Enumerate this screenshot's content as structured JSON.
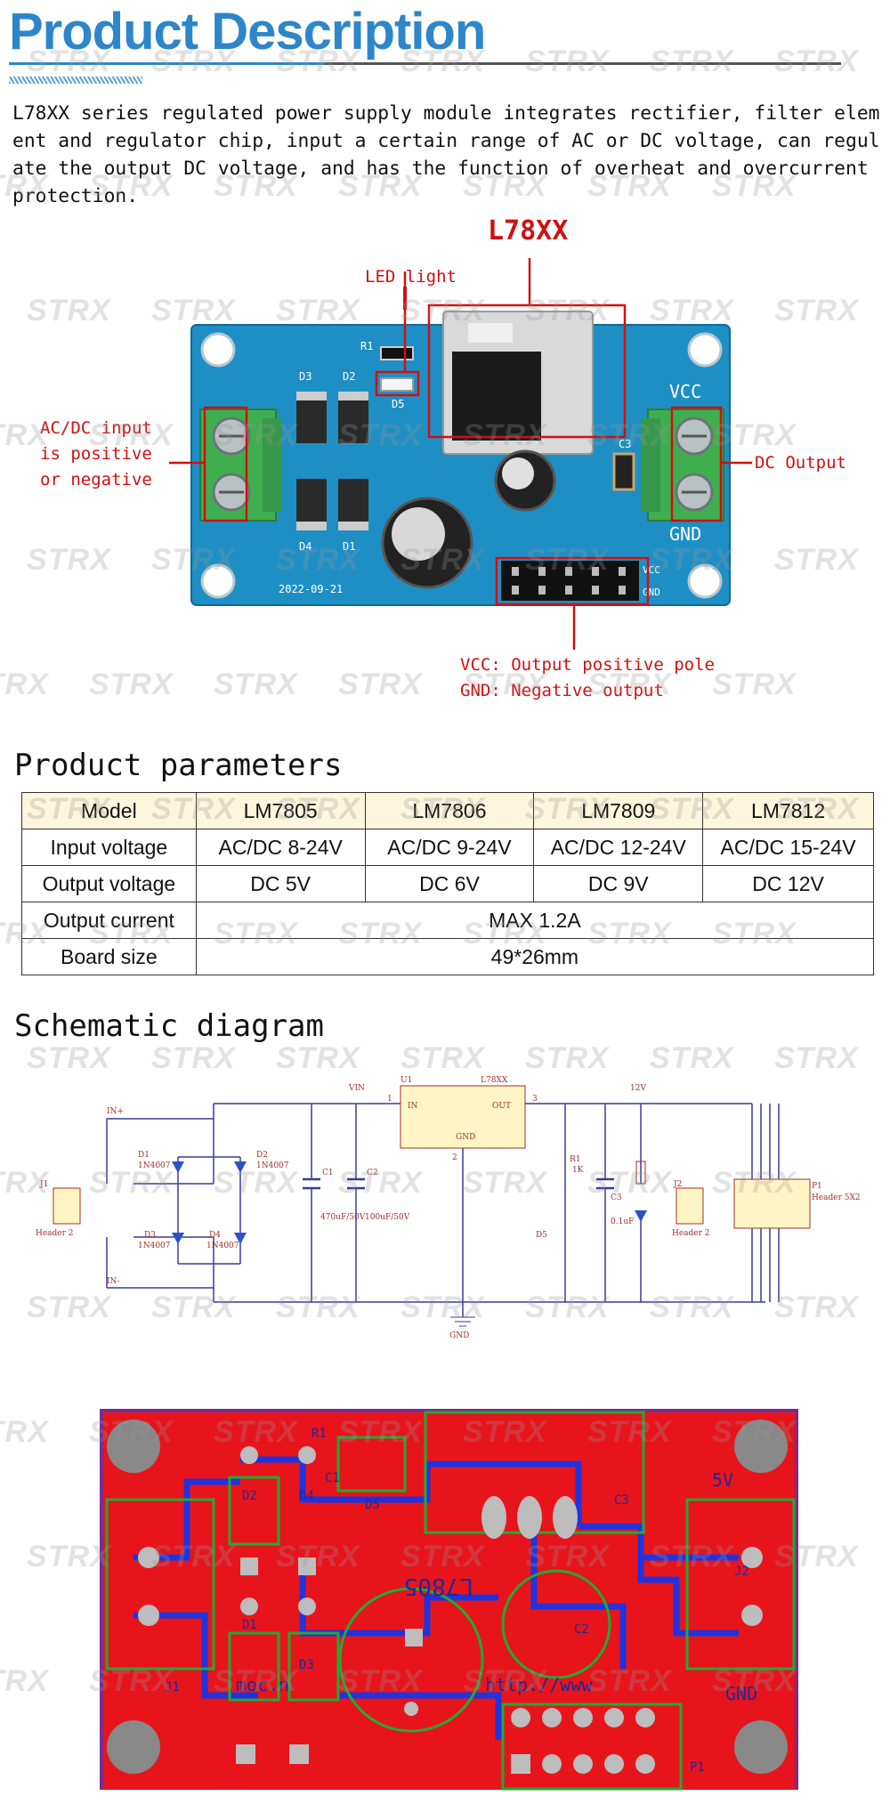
{
  "header": {
    "title": "Product Description",
    "intro": "L78XX series regulated power supply module integrates rectifier, filter element and regulator chip, input a certain range of AC or DC voltage, can regulate the output DC voltage, and has the function of overheat and overcurrent protection."
  },
  "board_photo": {
    "labels": {
      "chip": "L78XX",
      "led": "LED light",
      "input": [
        "AC/DC input",
        "is positive",
        "or negative"
      ],
      "output": "DC Output",
      "header_vcc": "VCC: Output positive pole",
      "header_gnd": "GND: Negative output"
    },
    "silk": {
      "vcc": "VCC",
      "gnd": "GND",
      "date": "2022-09-21",
      "r1": "R1",
      "d1": "D1",
      "d2": "D2",
      "d3": "D3",
      "d4": "D4",
      "d5": "D5",
      "c3": "C3",
      "vcc_small": "VCC",
      "gnd_small": "GND"
    }
  },
  "parameters": {
    "title": "Product parameters",
    "header": [
      "Model",
      "LM7805",
      "LM7806",
      "LM7809",
      "LM7812"
    ],
    "rows": [
      [
        "Input voltage",
        "AC/DC 8-24V",
        "AC/DC 9-24V",
        "AC/DC 12-24V",
        "AC/DC 15-24V"
      ],
      [
        "Output voltage",
        "DC 5V",
        "DC 6V",
        "DC 9V",
        "DC 12V"
      ]
    ],
    "current_label": "Output current",
    "current_value": "MAX 1.2A",
    "size_label": "Board size",
    "size_value": "49*26mm"
  },
  "schematic": {
    "title": "Schematic diagram",
    "labels": {
      "u1": "U1",
      "chip": "L78XX",
      "in": "IN",
      "out": "OUT",
      "gnd": "GND",
      "pin1": "1",
      "pin2": "2",
      "pin3": "3",
      "vin": "VIN",
      "v12": "12V",
      "in_plus": "IN+",
      "in_minus": "IN-",
      "d1": "D1",
      "d1v": "1N4007",
      "d2": "D2",
      "d2v": "1N4007",
      "d3": "D3",
      "d3v": "1N4007",
      "d4": "D4",
      "d4v": "1N4007",
      "j1": "J1",
      "j1v": "Header 2",
      "c1": "C1",
      "c1v": "470uF/50V",
      "c2": "C2",
      "c2v": "100uF/50V",
      "r1": "R1",
      "r1v": "1K",
      "c3": "C3",
      "c3v": "0.1uF",
      "d5": "D5",
      "j2": "J2",
      "j2v": "Header 2",
      "p1": "P1",
      "p1v": "Header 5X2",
      "gnd_sym": "GND"
    }
  },
  "pcb": {
    "labels": {
      "chip": "L7805",
      "v5": "5V",
      "gnd": "GND",
      "url": "http://www",
      "com": "moc.n",
      "c2": "C2",
      "j1": "J1",
      "j2": "J2",
      "p1": "P1",
      "d1": "D1",
      "d2": "D2",
      "d3": "D3",
      "d4": "D4",
      "d5": "D5",
      "r1": "R1",
      "c1": "C1",
      "c3": "C3"
    }
  },
  "watermark": "STRX",
  "colors": {
    "title_blue": "#2d86c9",
    "callout_red": "#d01010",
    "pcb_board": "#1e8fc4",
    "terminal_green": "#3fae4f",
    "layout_red": "#e8141c",
    "trace_blue": "#2233dd",
    "silk_green": "#22aa33",
    "table_header": "#fdf6dc"
  }
}
